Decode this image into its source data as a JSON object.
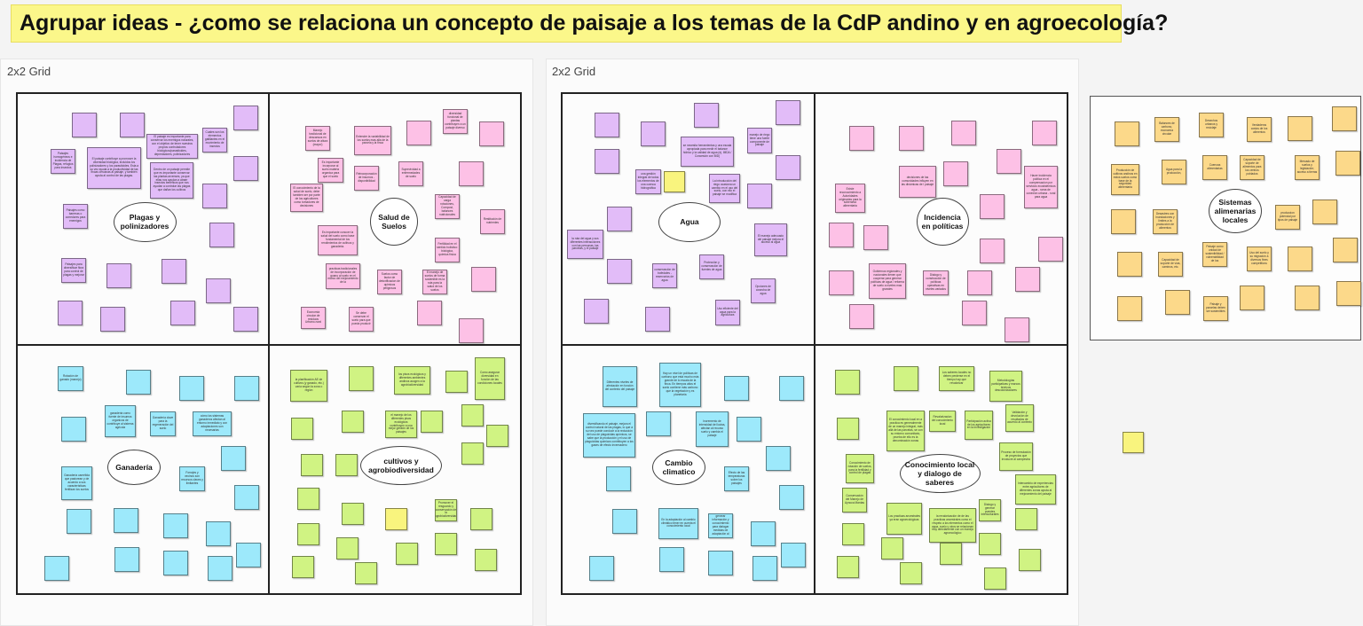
{
  "board": {
    "title": "Agrupar ideas - ¿como se relaciona un concepto de paisaje a los temas de la CdP andino y en agroecología?"
  },
  "frames": [
    {
      "label": "2x2 Grid"
    },
    {
      "label": "2x2 Grid"
    }
  ],
  "colors": {
    "purple": "#e2bcf8",
    "pink": "#fdc1e6",
    "cyan": "#9de9fb",
    "green": "#d0f383",
    "orange": "#fcd98a",
    "yellow": "#f9f47e"
  },
  "clusters": {
    "plagas": {
      "topic": "Plagas y polinizadores",
      "notes": [
        "Paisajes homogéneos e incidencia de Plagas, refugios para insectos",
        "El paisaje contribuye a promover la diversidad biológica, incluidos los polinizadores y los parasitoides. Esta a su vez ayuda a la productividad de las fincas cercanas al paisaje, y también ayuda al control de las plagas.",
        "El paisaje es importante para conservar los enemigos naturales, con el objetivo de tener nuestros propios controladores biológicos/parasitoides, depredadores, polinizadores",
        "Cuales son los elementos gatillantes en el movimiento de insectos",
        "Dentro de un paisaje permite que es importante conservar las plantas arvenses, ya que ellas nos ayudan a atraer insectos benéficos que nos ayudan a controlar las plagas que dañan los cultivos",
        "Paisajes como barreras o corredores para enemigos",
        "Paisajes para diversificar flora para control de plagas y mejorar"
      ]
    },
    "suelos": {
      "topic": "Salud de Suelos",
      "notes": [
        "Manejo tradicional de descansos en suelos de altura (mayoí)",
        "Entender la variabilidad de los suelos mas alla de la parcela y la finca",
        "diversidad funcional de plantas contribuyen a un paisaje diverso",
        "Es importante incorporar al suelo materia organica para que el suelo",
        "Reincorporación de insumos - disponibilidad",
        "Suprevividad a enfermedades de suelo",
        "El conocimiento de la salud de suelo, debe tambien ser por parte de los agricultores como tomadores de decisiones",
        "Capacidad de carga rotaciones, Compost, balances nutricionales",
        "Restitución de nutrientes",
        "Es importante conocer la salud del suelo como base fundamental de los rendimientos de cultivos y ganaderia.",
        "Fertilidad en el sentido holístico: biológica, química física",
        "practicas tradicionales de incorporación de guano al suelo en el marco del mejoramiento de la",
        "Suelos como factor de detoxificacion de quimicos peligrosos",
        "El manejo de suelos de forma sostenible es la ruta para la salud de los suelos",
        "Economía circular de residuos Urbano-rural",
        "Se debe conservar el suelo para que pueda producir"
      ]
    },
    "ganaderia": {
      "topic": "Ganadería",
      "notes": [
        "Rotación de ganado (manejo)",
        "ganaderia como fuente de insumos organicos de contribuye al sistema agricola",
        "Ganadería clave para la regeneración del suelo",
        "cómo los sistemas ganaderos afectan al entorno inmediato y con adaptaciones son necesarias",
        "Ganadería camélida que pastorean y de acuerdo a sus características fertilizan los suelos",
        "Forrajes y vecinos son recursos claves y limitantes"
      ]
    },
    "cultivos": {
      "topic": "cultivos y agrobiodiversidad",
      "notes": [
        "la planificación AE de cultivos (y ganado, etc.) varía según la zona o región",
        "los pisos ecológicos y diferentes ambientes andinos acogen a la agrobiodiversidad",
        "Como asegurar diversidad en función de las condiciones locales",
        "el manejo de los diferentes pisos ecológicos contribuyen a una mejor gestión de los paisajes",
        "Promover el resguardo y conservación de la agrobiodiversidad"
      ]
    },
    "agua": {
      "topic": "Agua",
      "notes": [
        "se necesita herramientas y una escala apropiada para medir el balance hídrico y la calidad de agua (ej. IMDA / Concesión con BID)",
        "manejo de riego tiene una fuerte componente de paisaje",
        "una gestión integral de todos los elementos de una cuenca hidrográfica",
        "La introducción del riego ocasiona un cambio en el uso del suelo, con ello el paisaje se modifica",
        "la ruta del agua y sus diferentes interacciones con las personas, las parcelas, y el paisaje",
        "El manejo adecuado del paisaje mejora el acceso al agua",
        "Protección y conservación de fuentes de agua",
        "conservación de bofedales - reservorios de agua",
        "Opciones de cosecha de agua",
        "Uso eficiente del agua para la agricultura"
      ]
    },
    "politicas": {
      "topic": "Incidencia en políticas",
      "notes": [
        "Existe reconocimiento a Autoridades originarias para la soberanía alimentaria",
        "decisiones de las comunidades influyen en las dinámicas de l paisaje",
        "Hacer incidencia política en el compensacion por servicios ecosistémicos agua - rama de conexión urbana - rural para agua",
        "Gobiernos regionales y nacionales tienen que cooperar para generar políticas de agua / reforma de suelo a niveles mas grandes",
        "Dialogo y construcción de políticas operativas en niveles variados"
      ]
    },
    "clima": {
      "topic": "Cambio climatico",
      "notes": [
        "Diferentes niveles de afectación en función del contexto del paisaje",
        "Hay un nivel de políticas de carbono que está mucho más grande de lo escala de la finca. En tiempos altos el suelo contiene más carbono que la vegetación y es planetaria",
        "diversificando el paisaje, mejora el control natural de las plagas, lo que a su vez puede conducir a la reducción del uso de plaguicidas químicos, se sabe que la producción y el uso de plaguicidas químicos contribuyen a los gases de efecto invernadero",
        "Incremento de intensidad de lluvias, afectan al recurso suelo y cambia el paisaje",
        "Efecto de las temperaturas sobre los paisajes",
        "En la adaptación al cambio climático tener en cuenta el conocimiento local",
        "generar información y conocimiento para dialogar medidas de adaptación al"
      ]
    },
    "saberes": {
      "topic": "Conocimiento local y dialogo de saberes",
      "notes": [
        "Los saberes locales no deben perderse en el tiempo hay que revalorizar",
        "Metodologías participativas y marcos teóricos descolonizadores",
        "El conocimiento local en a practica es generalmente de un manejo integral, más allá de las parcelas, se con su entorno comunitario, prueba de ello es la denominación zonas",
        "Revalorizacion del conocimiento local",
        "Participación activa de los agricultores en la investigación",
        "Validación y devolución de resultados de acuerdo al contexto",
        "Proceso de formulación de proyectos que involucre al campesino",
        "Conocimiento de rotación de suelos, para la fertilidad y control de plagas",
        "Intercambio de experiencias entre agricultores de diferentes zonas ayuda al mejoramiento del paisaje",
        "Conservación del Manejo de Aynoca Mantas",
        "Los practicas ancestrales ya eran agroecológicas",
        "la revalorización de de las practicas ancestrales como el respeto a los elementos como el agua, suelo y otros se relacionan muy directamente con un manejo agroecológico",
        "Dialogo y generar puentes interculturales"
      ]
    },
    "sistemas": {
      "topic": "Sistemas alimenarias locales",
      "notes": [
        "Balances de carbono, economía circular",
        "Desechos urbanos y reciclaje",
        "Verdaderos costos de los alimentos",
        "Producción de cultivos andinos en estos suelos como base de la seguridad alimentaria",
        "Agua para la producción,",
        "Cuencas alimentarias",
        "Capacidad de soporte de alimentos para los centros poblados",
        "Mercado de suelos y legislación; acceso a tierras",
        "Desastres con inundaciones y limites a la producción de alimentos",
        "produccion potencial por tipos de paisaje",
        "Capacidad de soporte de vías, caminos, etc.",
        "Paisaje como unidad de sostenibilidad / vulnerabilidad de los",
        "Uso del suelo y su migración a diversos fines competitivos",
        "Paisaje y parcelas deben ser sostenibles"
      ]
    }
  }
}
